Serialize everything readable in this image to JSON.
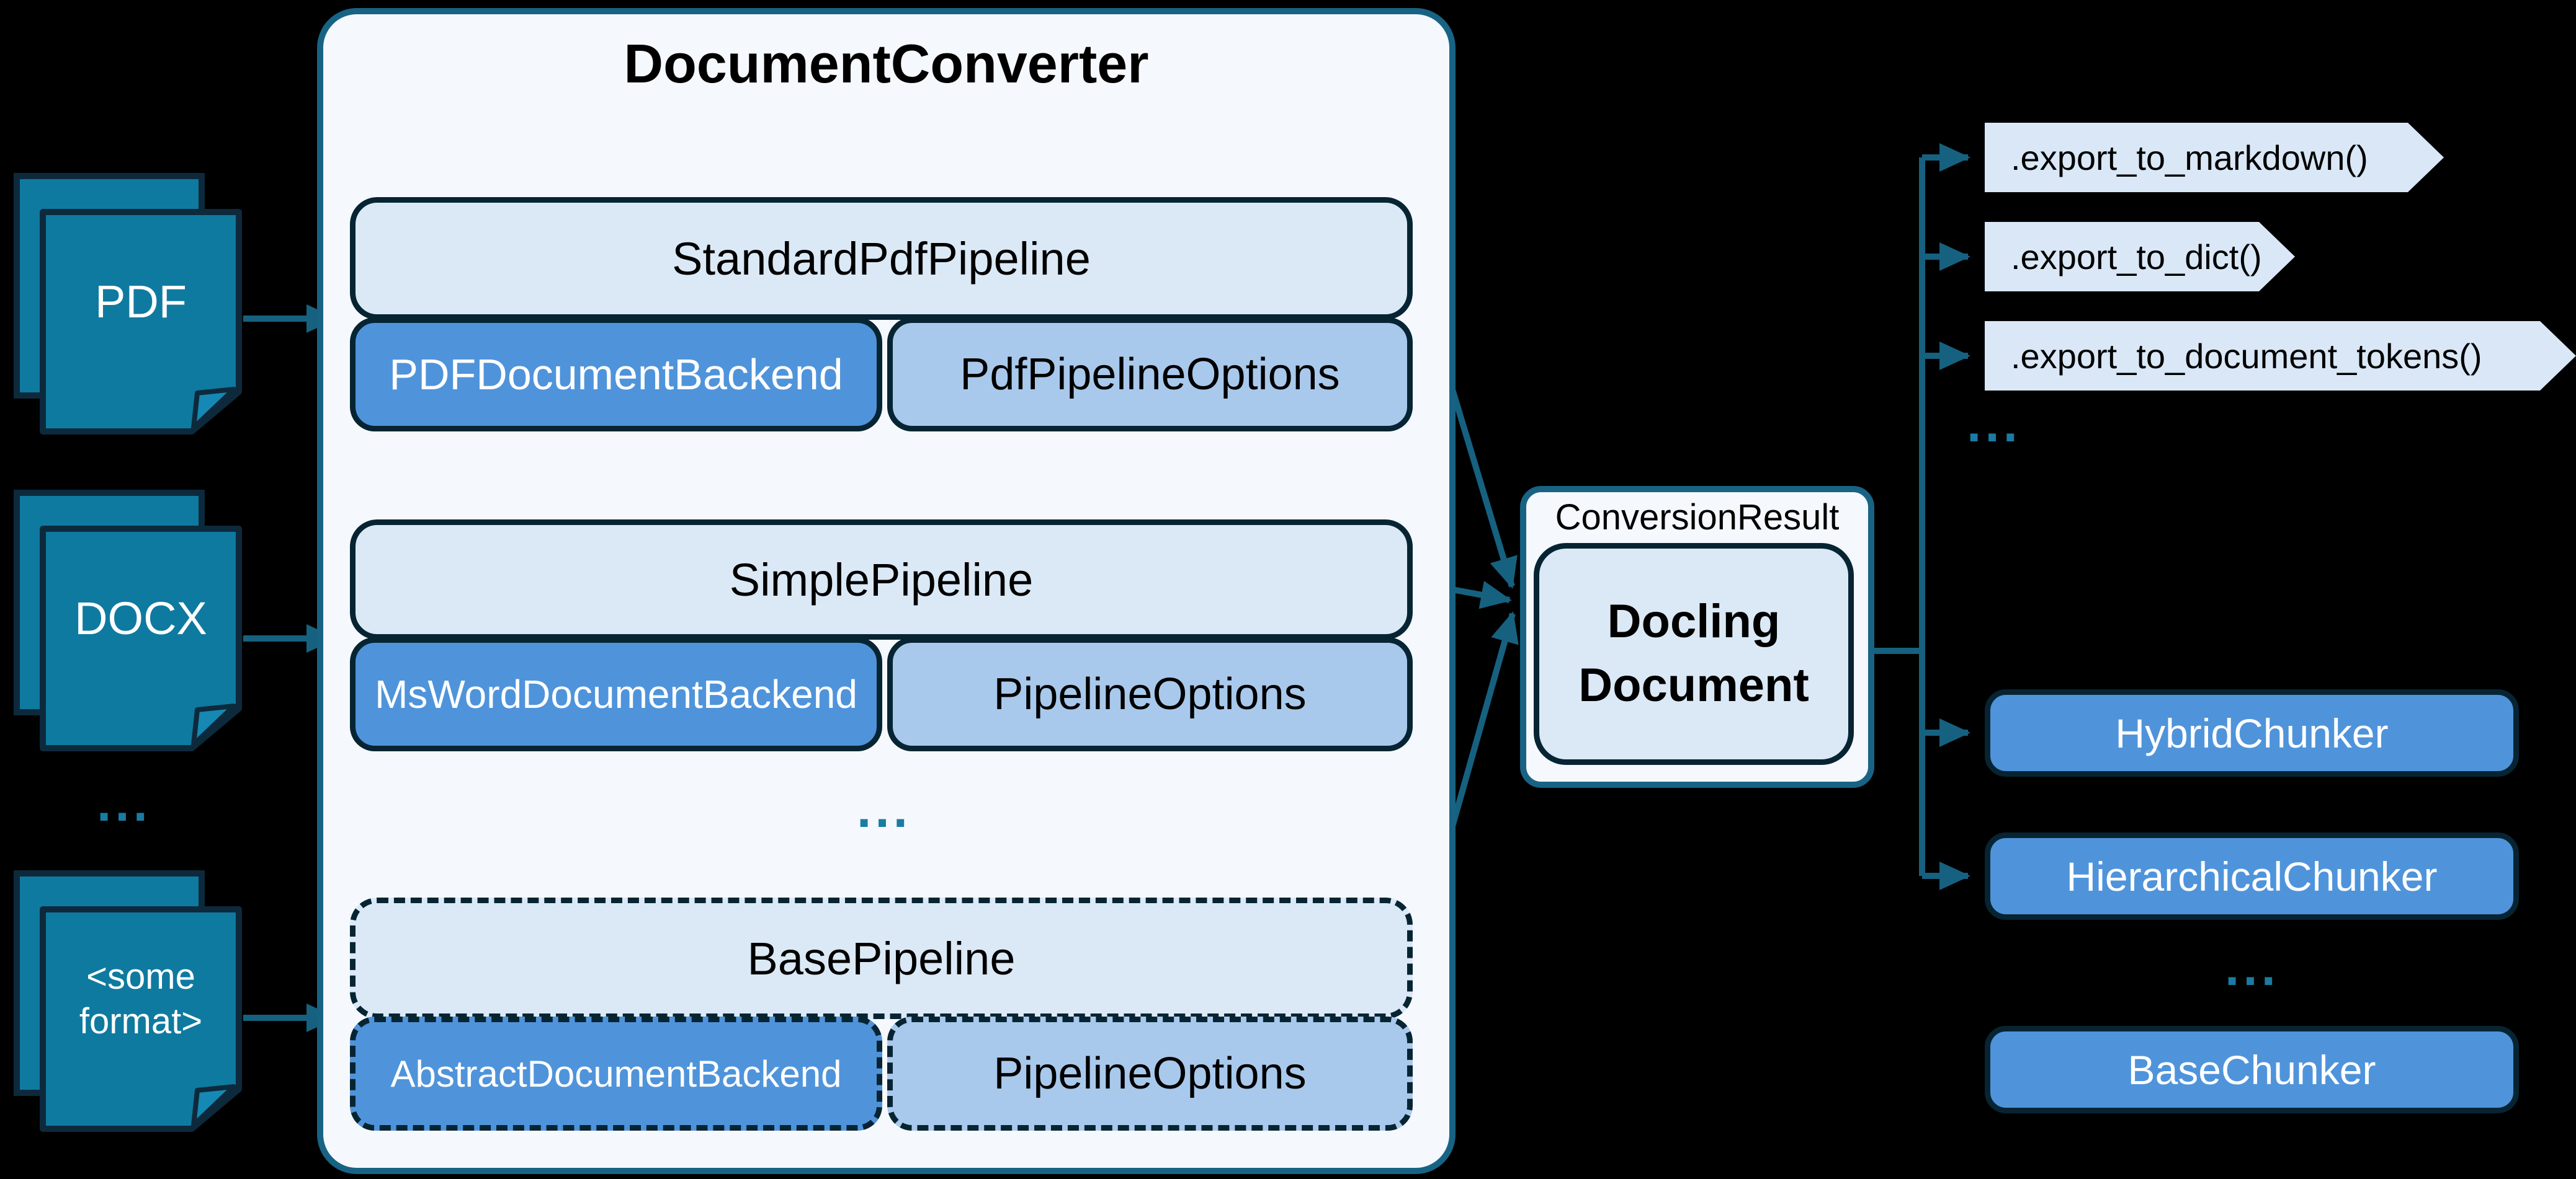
{
  "colors": {
    "background": "#000000",
    "container_fill": "#f5f8fd",
    "container_border": "#186384",
    "box_border": "#072433",
    "pipeline_fill": "#dbe9f6",
    "backend_fill": "#4f94db",
    "options_fill": "#a9c9ec",
    "document_icon_fill": "#0f7aa0",
    "document_icon_border": "#0d2a3c",
    "wire": "#16617f",
    "ellipsis": "#1a7ba3",
    "chevron_fill": "#d9e7f6"
  },
  "inputs": {
    "items": [
      {
        "label": "PDF"
      },
      {
        "label": "DOCX"
      },
      {
        "lines": [
          "<some",
          "format>"
        ]
      }
    ],
    "ellipsis": "..."
  },
  "converter": {
    "title": "DocumentConverter",
    "pipelines": [
      {
        "name": "StandardPdfPipeline",
        "backend": "PDFDocumentBackend",
        "options": "PdfPipelineOptions"
      },
      {
        "name": "SimplePipeline",
        "backend": "MsWordDocumentBackend",
        "options": "PipelineOptions"
      },
      {
        "name": "BasePipeline",
        "backend": "AbstractDocumentBackend",
        "options": "PipelineOptions"
      }
    ],
    "ellipsis": "..."
  },
  "result": {
    "label": "ConversionResult",
    "doc_lines": [
      "Docling",
      "Document"
    ]
  },
  "exports": {
    "items": [
      ".export_to_markdown()",
      ".export_to_dict()",
      ".export_to_document_tokens()"
    ],
    "ellipsis": "..."
  },
  "chunkers": {
    "items": [
      "HybridChunker",
      "HierarchicalChunker"
    ],
    "ellipsis": "...",
    "base": "BaseChunker"
  }
}
